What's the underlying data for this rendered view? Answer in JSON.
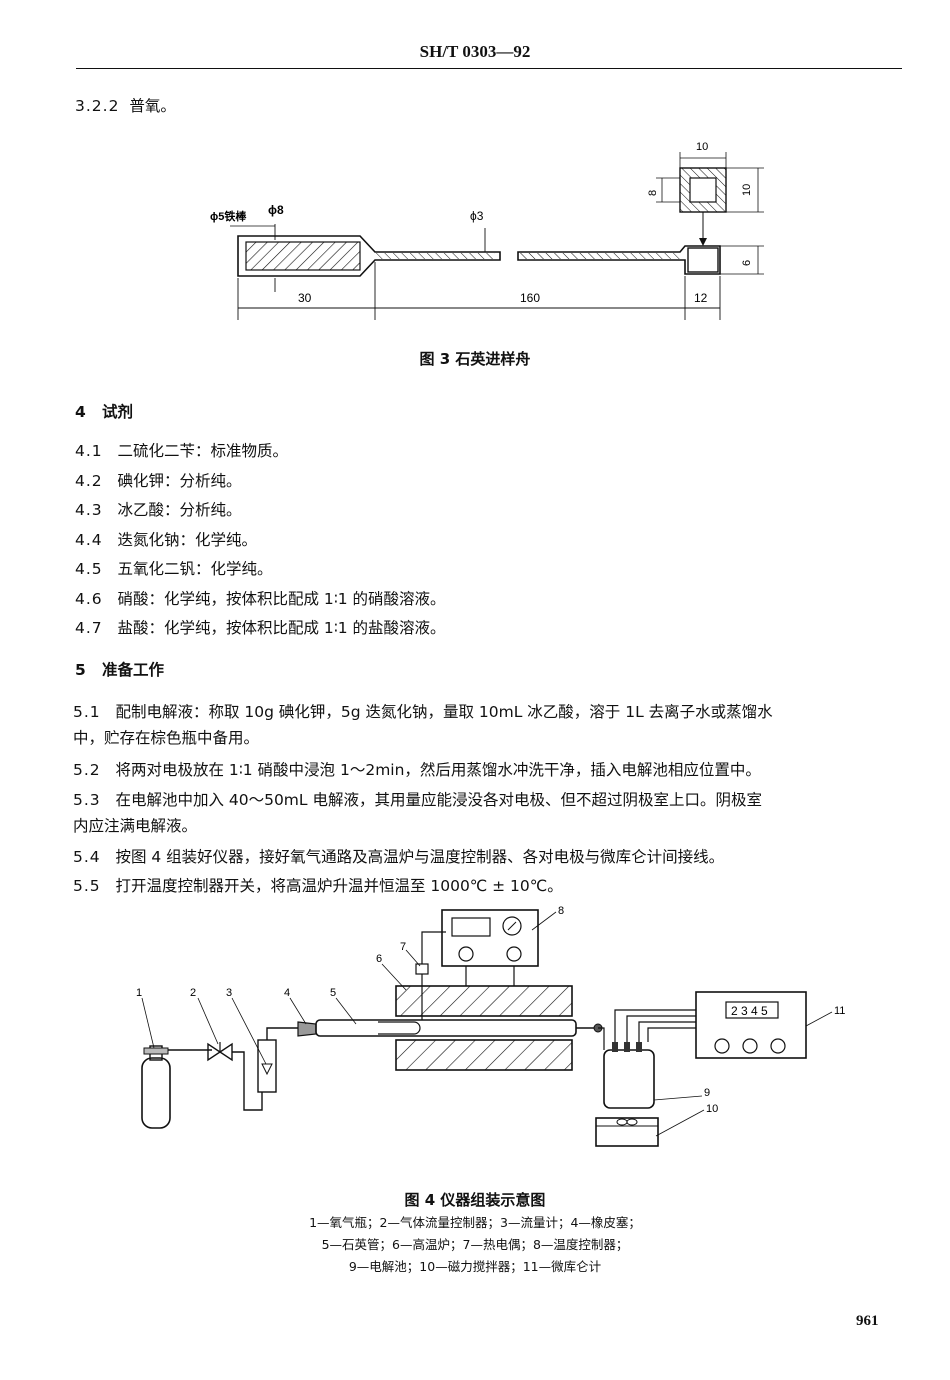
{
  "header": {
    "title": "SH/T 0303—92"
  },
  "sec_322": {
    "num": "3.2.2",
    "text": "普氧。"
  },
  "fig3": {
    "labels": {
      "rod": "ϕ5铁棒",
      "d8": "ϕ8",
      "d3": "ϕ3",
      "l30": "30",
      "l160": "160",
      "l12": "12",
      "w10": "10",
      "h8": "8",
      "h10": "10",
      "h6": "6"
    },
    "caption": "图 3  石英进样舟"
  },
  "sec4": {
    "title_num": "4",
    "title": "试剂",
    "items": [
      {
        "num": "4.1",
        "text": "二硫化二苄：标准物质。"
      },
      {
        "num": "4.2",
        "text": "碘化钾：分析纯。"
      },
      {
        "num": "4.3",
        "text": "冰乙酸：分析纯。"
      },
      {
        "num": "4.4",
        "text": "迭氮化钠：化学纯。"
      },
      {
        "num": "4.5",
        "text": "五氧化二钒：化学纯。"
      },
      {
        "num": "4.6",
        "text": "硝酸：化学纯，按体积比配成 1∶1 的硝酸溶液。"
      },
      {
        "num": "4.7",
        "text": "盐酸：化学纯，按体积比配成 1∶1 的盐酸溶液。"
      }
    ]
  },
  "sec5": {
    "title_num": "5",
    "title": "准备工作",
    "p1_num": "5.1",
    "p1_line1": "配制电解液：称取 10g 碘化钾，5g 迭氮化钠，量取 10mL 冰乙酸，溶于 1L 去离子水或蒸馏水",
    "p1_line2": "中，贮存在棕色瓶中备用。",
    "p2_num": "5.2",
    "p2": "将两对电极放在 1∶1 硝酸中浸泡 1～2min，然后用蒸馏水冲洗干净，插入电解池相应位置中。",
    "p3_num": "5.3",
    "p3_line1": "在电解池中加入 40～50mL 电解液，其用量应能浸没各对电极、但不超过阴极室上口。阴极室",
    "p3_line2": "内应注满电解液。",
    "p4_num": "5.4",
    "p4": "按图 4 组装好仪器，接好氧气通路及高温炉与温度控制器、各对电极与微库仑计间接线。",
    "p5_num": "5.5",
    "p5": "打开温度控制器开关，将高温炉升温并恒温至 1000℃ ± 10℃。"
  },
  "fig4": {
    "numbers": [
      "1",
      "2",
      "3",
      "4",
      "5",
      "6",
      "7",
      "8",
      "9",
      "10",
      "11"
    ],
    "counter": "2 3 4 5",
    "caption": "图 4  仪器组装示意图",
    "legend": [
      "1—氧气瓶；2—气体流量控制器；3—流量计；4—橡皮塞；",
      "5—石英管；6—高温炉；7—热电偶；8—温度控制器；",
      "9—电解池；10—磁力搅拌器；11—微库仑计"
    ]
  },
  "page_number": "961"
}
